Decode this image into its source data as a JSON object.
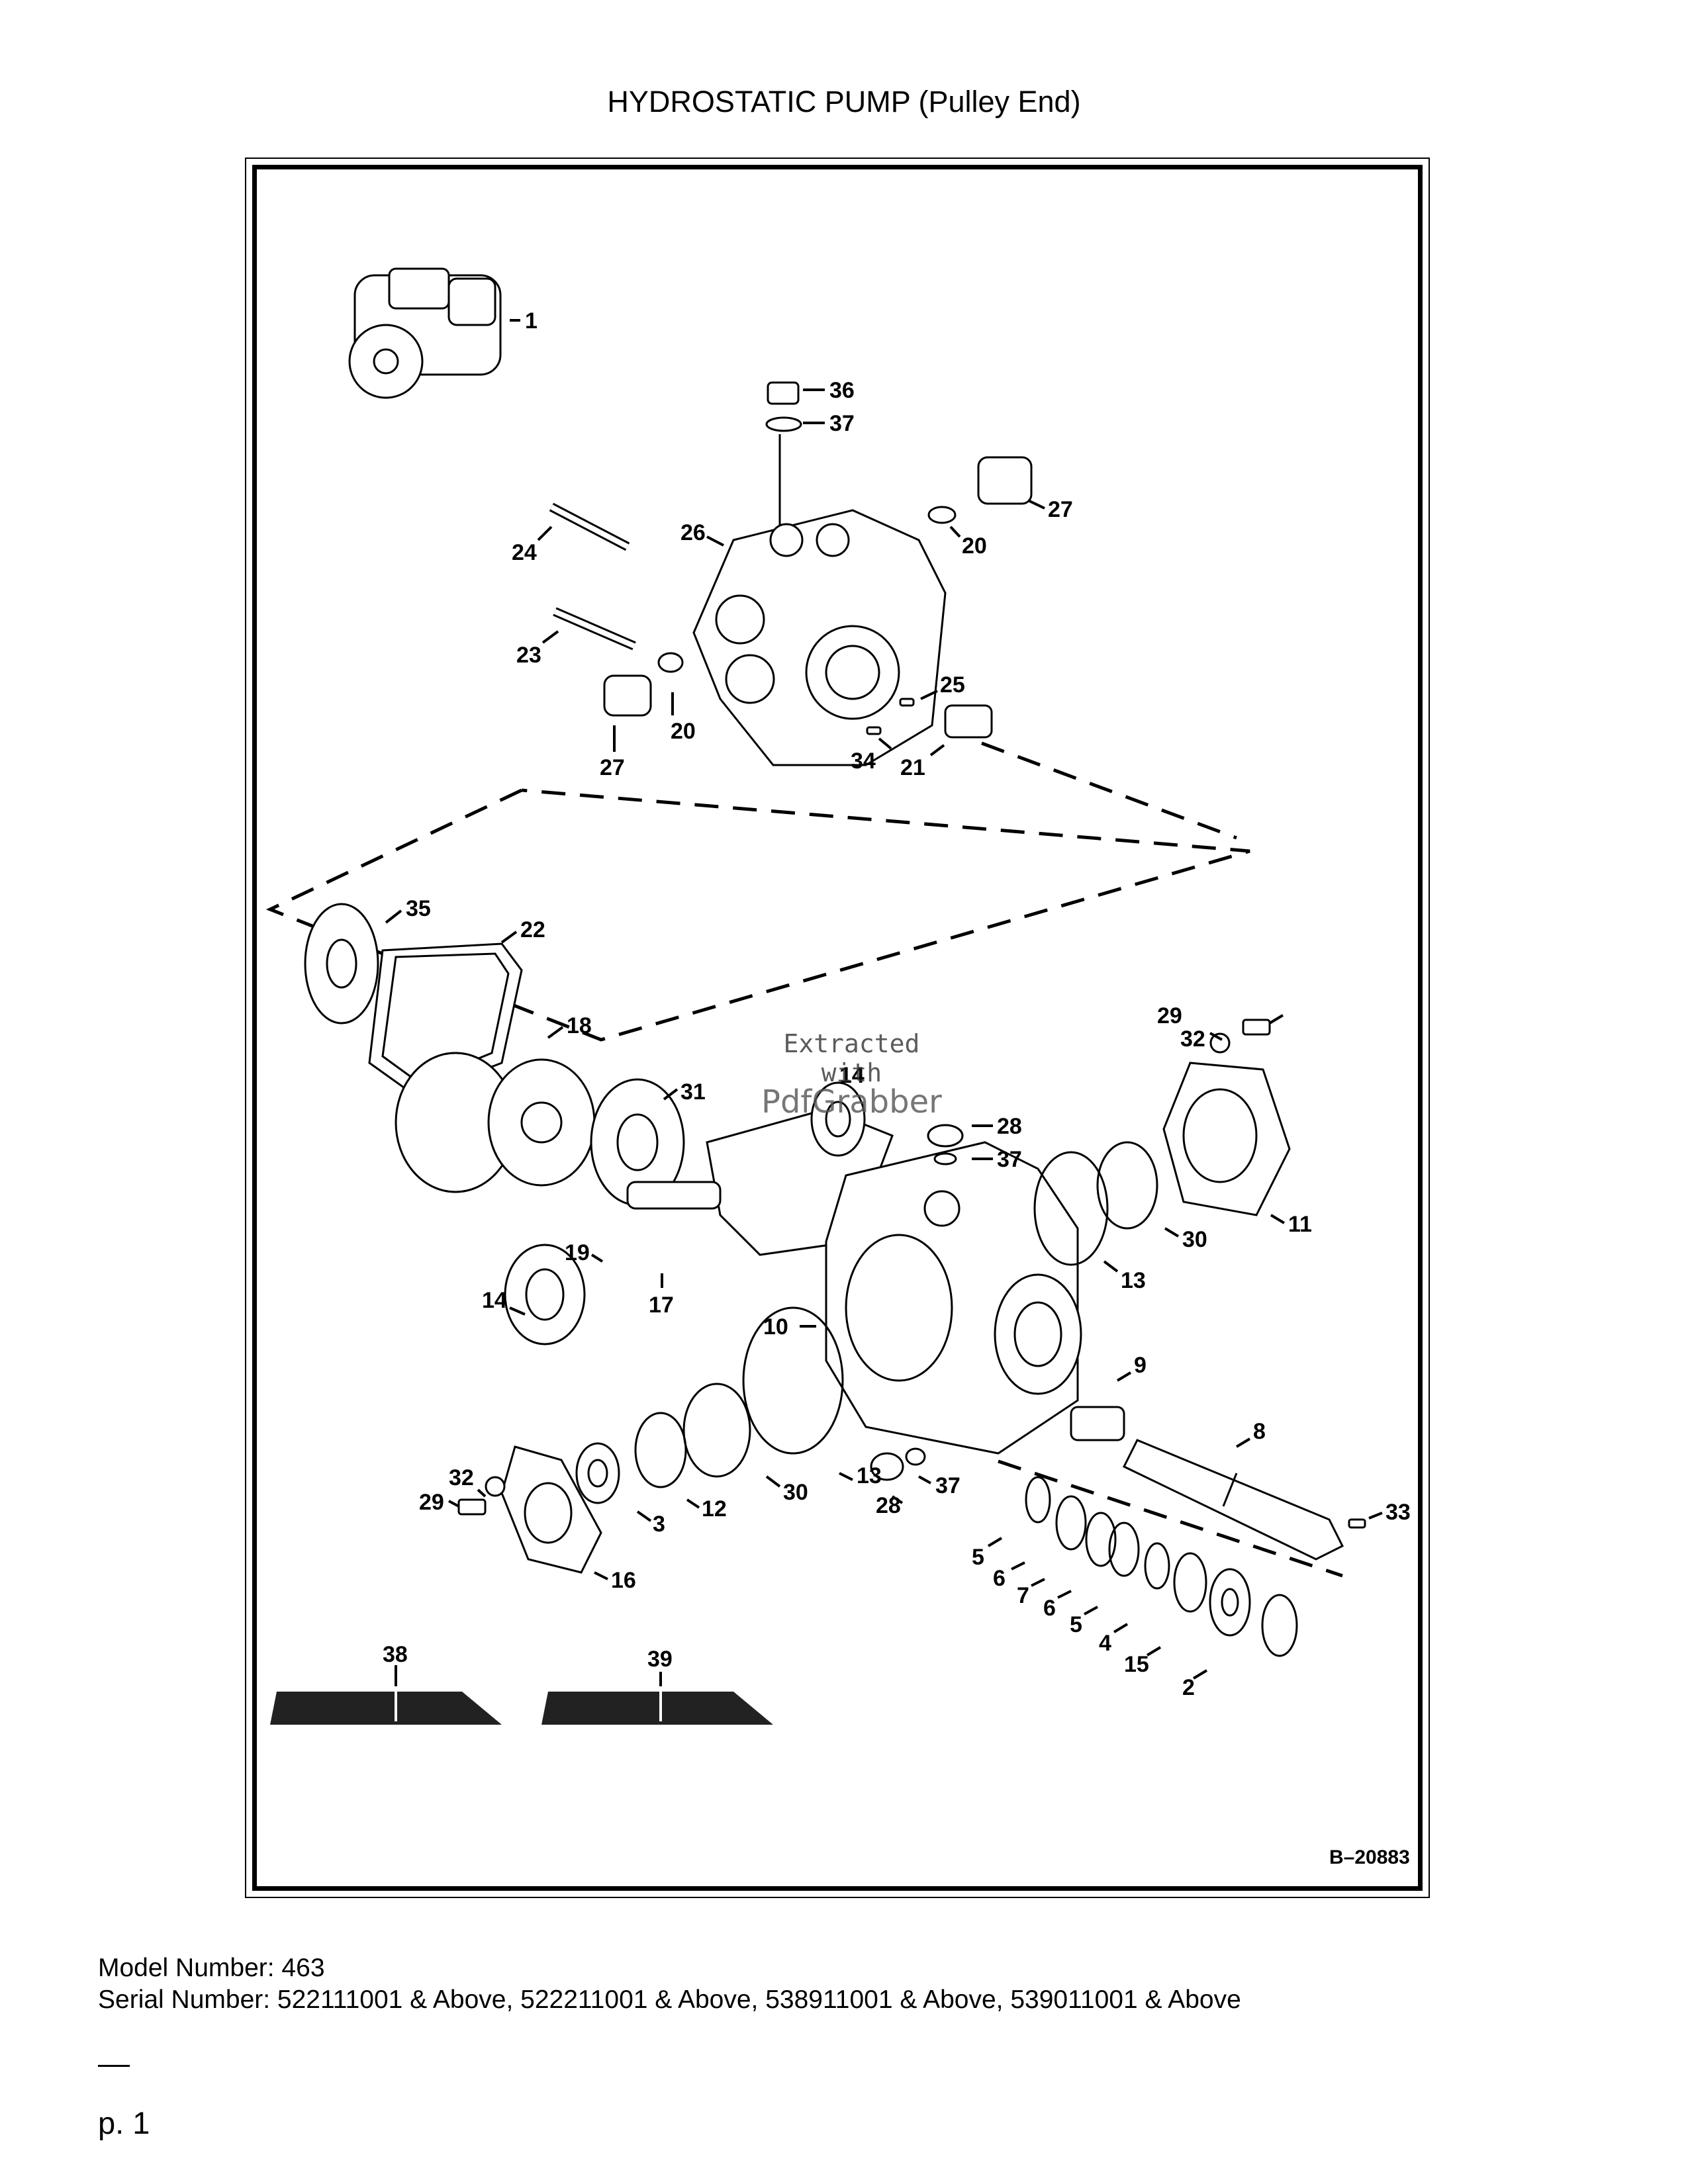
{
  "title": "HYDROSTATIC PUMP (Pulley End)",
  "figure_id": "B–20883",
  "watermark": {
    "line1": "Extracted",
    "line2": "with",
    "line3": "PdfGrabber"
  },
  "callouts": [
    {
      "n": "1"
    },
    {
      "n": "36"
    },
    {
      "n": "37"
    },
    {
      "n": "27"
    },
    {
      "n": "26"
    },
    {
      "n": "24"
    },
    {
      "n": "20"
    },
    {
      "n": "23"
    },
    {
      "n": "25"
    },
    {
      "n": "20"
    },
    {
      "n": "27"
    },
    {
      "n": "34"
    },
    {
      "n": "21"
    },
    {
      "n": "35"
    },
    {
      "n": "22"
    },
    {
      "n": "18"
    },
    {
      "n": "29"
    },
    {
      "n": "32"
    },
    {
      "n": "31"
    },
    {
      "n": "14"
    },
    {
      "n": "28"
    },
    {
      "n": "37"
    },
    {
      "n": "11"
    },
    {
      "n": "19"
    },
    {
      "n": "30"
    },
    {
      "n": "14"
    },
    {
      "n": "13"
    },
    {
      "n": "17"
    },
    {
      "n": "10"
    },
    {
      "n": "9"
    },
    {
      "n": "8"
    },
    {
      "n": "32"
    },
    {
      "n": "13"
    },
    {
      "n": "37"
    },
    {
      "n": "29"
    },
    {
      "n": "30"
    },
    {
      "n": "28"
    },
    {
      "n": "33"
    },
    {
      "n": "12"
    },
    {
      "n": "3"
    },
    {
      "n": "5"
    },
    {
      "n": "6"
    },
    {
      "n": "7"
    },
    {
      "n": "6"
    },
    {
      "n": "16"
    },
    {
      "n": "5"
    },
    {
      "n": "4"
    },
    {
      "n": "15"
    },
    {
      "n": "2"
    },
    {
      "n": "38"
    },
    {
      "n": "39"
    }
  ],
  "model_number": "Model Number: 463",
  "serial_number": "Serial Number: 522111001 & Above, 522211001 & Above, 538911001 & Above, 539011001 & Above",
  "page_rule": "—",
  "page_number": "p. 1"
}
